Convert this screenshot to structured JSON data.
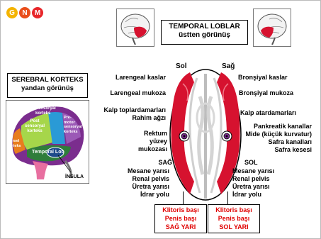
{
  "logo": {
    "letters": [
      "G",
      "N",
      "M"
    ],
    "colors": [
      "#f4b400",
      "#e94e1b",
      "#e8262a"
    ]
  },
  "title_box": {
    "line1": "TEMPORAL LOBLAR",
    "line2": "üstten görünüş"
  },
  "left_box": {
    "line1": "SEREBRAL KORTEKS",
    "line2": "yandan görünüş"
  },
  "side": {
    "left": "Sol",
    "right": "Sağ"
  },
  "left_labels": [
    "Larengeal kaslar",
    "Larengeal mukoza",
    "Kalp toplardamarları",
    "Rahim ağzı",
    "Rektum",
    "yüzey",
    "mukozası"
  ],
  "right_labels": [
    "Bronşiyal kaslar",
    "Bronşiyal mukoza",
    "Kalp atardamarları",
    "Pankreatik kanallar",
    "Mide (küçük kurvatur)",
    "Safra kanalları",
    "Safra kesesi"
  ],
  "sag": {
    "title": "SAĞ",
    "items": [
      "Mesane yarısı",
      "Renal pelvis",
      "Üretra yarısı",
      "İdrar yolu"
    ]
  },
  "sol": {
    "title": "SOL",
    "items": [
      "Mesane yarısı",
      "Renal pelvis",
      "Üretra yarısı",
      "İdrar yolu"
    ]
  },
  "bottom_left": [
    "Klitoris başı",
    "Penis başı",
    "SAĞ YARI"
  ],
  "bottom_right": [
    "Klitoris başı",
    "Penis başı",
    "SOL YARI"
  ],
  "cortex": {
    "sensory": "Sensoryal\nkorteks",
    "post": "Post\nsensoryal\nkorteks",
    "premotor": "Pre-\nmotor\nsensoryal\nkorteks",
    "gorsel": "Görsel\nkorteks",
    "temporal": "Temporal Lob",
    "insula": "İNSULA"
  }
}
